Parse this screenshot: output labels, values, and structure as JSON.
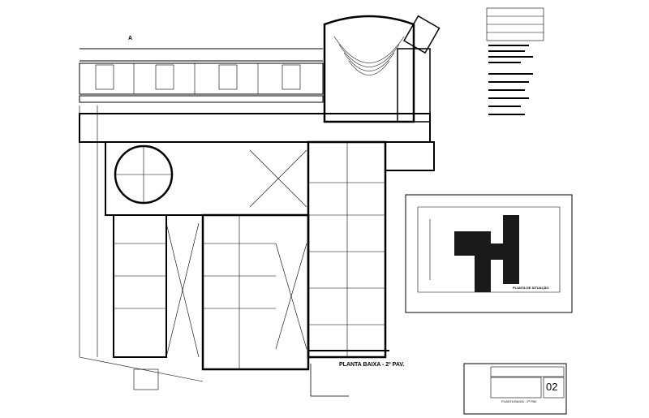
{
  "drawing": {
    "plan_title": "PLANTA BAIXA - 2º PAV.",
    "site_plan_label": "PLANTA DE SITUAÇÃO",
    "sheet_subtitle": "PLANTA BAIXA - 2º PAV",
    "sheet_number": "02",
    "section_marker": "A"
  },
  "colors": {
    "ink": "#000000",
    "paper": "#ffffff",
    "hatch": "#1a1a1a"
  }
}
